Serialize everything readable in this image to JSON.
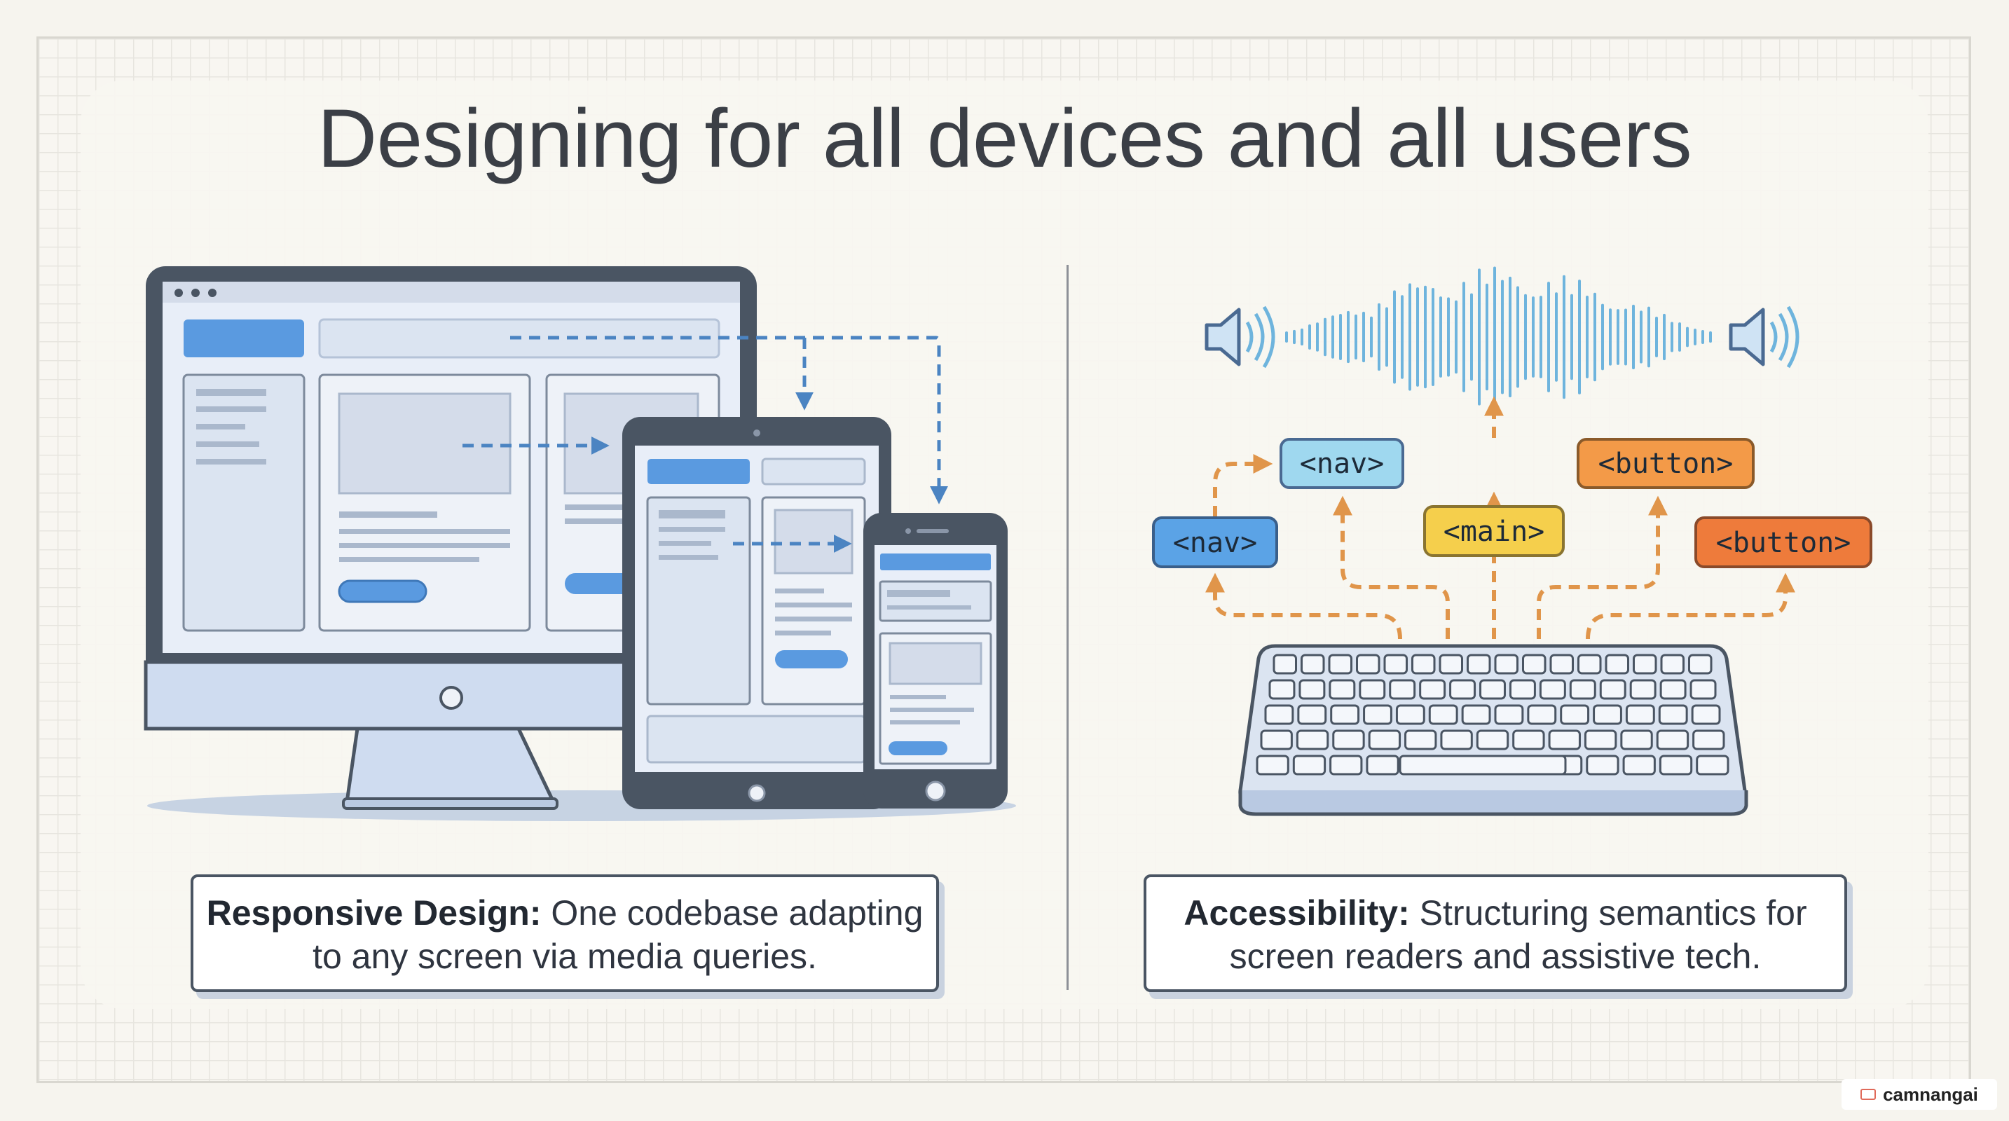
{
  "title": "Designing for all devices and all users",
  "left_caption": {
    "heading": "Responsive Design:",
    "line1": "One codebase adapting",
    "line2": "to any screen via media queries."
  },
  "right_caption": {
    "heading": "Accessibility:",
    "line1": "Structuring semantics for",
    "line2": "screen readers and assistive tech."
  },
  "tags": {
    "nav_upper": "<nav>",
    "nav_lower": "<nav>",
    "main": "<main>",
    "button_upper": "<button>",
    "button_lower": "<button>"
  },
  "watermark": "camnangai",
  "colors": {
    "device_frame": "#4a5563",
    "screen_bg": "#e8eef8",
    "accent_blue": "#5a9ae0",
    "arrow_blue": "#4b84c2",
    "arrow_orange": "#e0954a",
    "tag_blue": "#5ba3e6",
    "tag_cyan": "#9fd8ef",
    "tag_yellow": "#f5cf4c",
    "tag_orange": "#f39a48",
    "tag_orange_dark": "#ee7b3b",
    "waveform": "#6eb4dd"
  },
  "icons": [
    "monitor-icon",
    "tablet-icon",
    "phone-icon",
    "speaker-icon",
    "waveform-icon",
    "keyboard-icon"
  ]
}
